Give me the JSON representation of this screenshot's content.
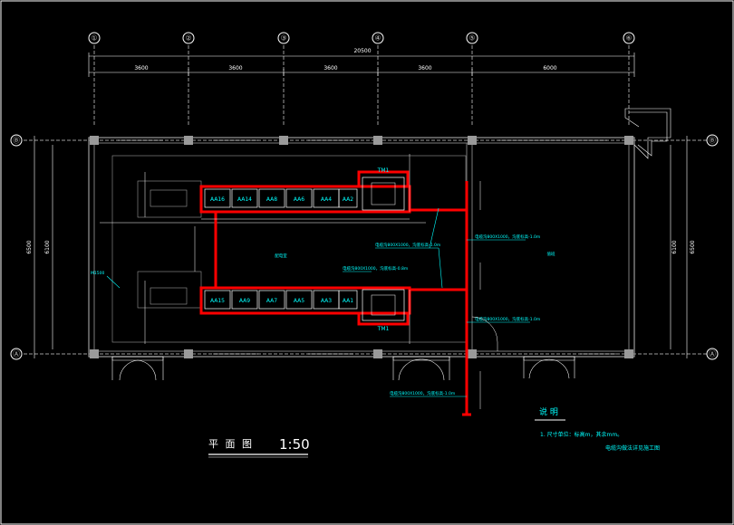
{
  "title": "平 面 图",
  "scale": "1:50",
  "notes": {
    "heading": "说 明",
    "line1": "1.  尺寸单位：标高m，其余mm。",
    "line2": "电缆沟做法详见施工图"
  },
  "axes": {
    "columns": [
      "①",
      "②",
      "③",
      "④",
      "⑤",
      "⑥"
    ],
    "rows": [
      "Ⓑ",
      "Ⓐ"
    ]
  },
  "dimensions": {
    "total": "20500",
    "spans": [
      "3600",
      "3600",
      "3600",
      "3600",
      "6000"
    ],
    "height_outer": "6500",
    "height_inner": "6100",
    "height_outer_right": "6500",
    "height_inner_right": "6100"
  },
  "cabinets": {
    "top": [
      "AA16",
      "AA14",
      "AA8",
      "AA6",
      "AA4",
      "AA2"
    ],
    "bottom": [
      "AA15",
      "AA9",
      "AA7",
      "AA5",
      "AA3",
      "AA1"
    ]
  },
  "transformer_labels": [
    "TM1",
    "TM1"
  ],
  "annotations": {
    "cable_trench_1": "电缆沟800X1000，沟底标高-1.0m",
    "cable_trench_2": "电缆沟800X1000，沟底标高-1.0m",
    "cable_trench_3": "电缆沟800X1000，沟底标高-1.0m",
    "cable_trench_4": "电缆沟800X1000，沟底标高-1.0m",
    "pit": "电缆沟800X1000，沟底标高-0.8m",
    "door_label": "M1500",
    "room_label": "配电室",
    "room_label_right": "值班"
  },
  "colors": {
    "background": "#000000",
    "lines": "#ffffff",
    "walls": "#9a9a9a",
    "cable_trench": "#ff0000",
    "labels": "#00ffff"
  }
}
